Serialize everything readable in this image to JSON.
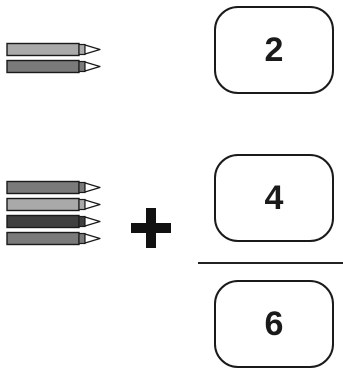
{
  "rows": [
    {
      "answer": "2",
      "crayons": [
        {
          "color": "#a9a9a9"
        },
        {
          "color": "#7a7a7a"
        }
      ]
    },
    {
      "answer": "4",
      "crayons": [
        {
          "color": "#7a7a7a"
        },
        {
          "color": "#a9a9a9"
        },
        {
          "color": "#3f3f3f"
        },
        {
          "color": "#7a7a7a"
        }
      ]
    }
  ],
  "operator": "+",
  "total": "6",
  "style": {
    "outline": "#1a1a1a",
    "crayon_tip": "#ffffff"
  }
}
